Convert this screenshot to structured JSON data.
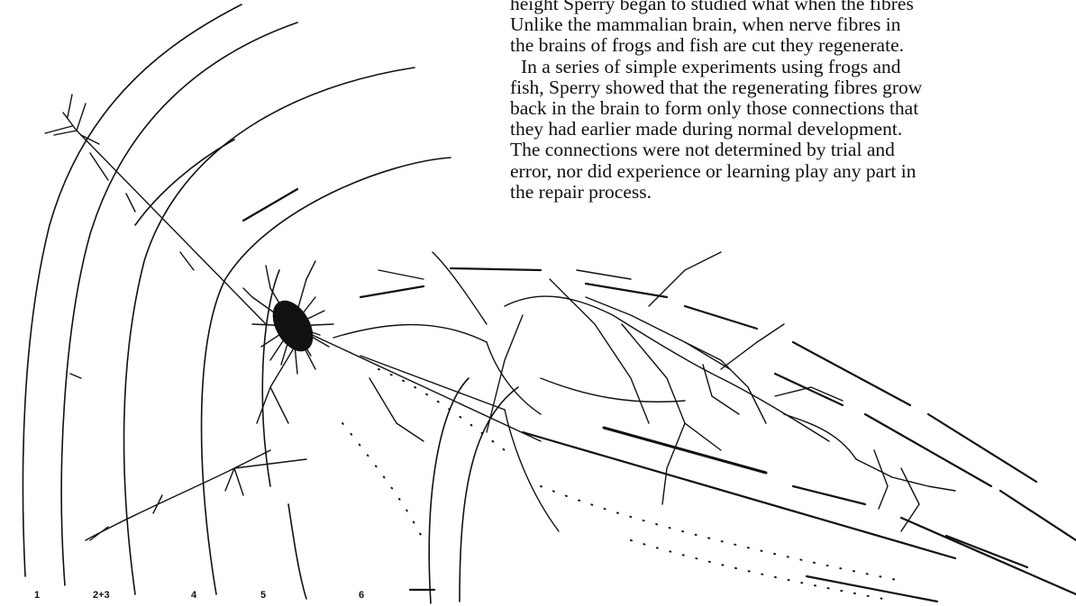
{
  "text": {
    "lines": [
      "height Sperry began to studied what when the fibres",
      "Unlike the mammalian brain, when nerve fibres in",
      "the brains of frogs and fish are cut they regenerate.",
      "In a series of simple experiments using frogs and",
      "fish, Sperry showed that the regenerating fibres grow",
      "back in the brain to form only those connections that",
      "they had earlier made during normal development.",
      "The connections were not determined by trial and",
      "error, nor did experience or learning play any part in",
      "the repair process."
    ]
  },
  "figure": {
    "layer_labels": [
      "1",
      "2+3",
      "4",
      "5",
      "6"
    ]
  }
}
